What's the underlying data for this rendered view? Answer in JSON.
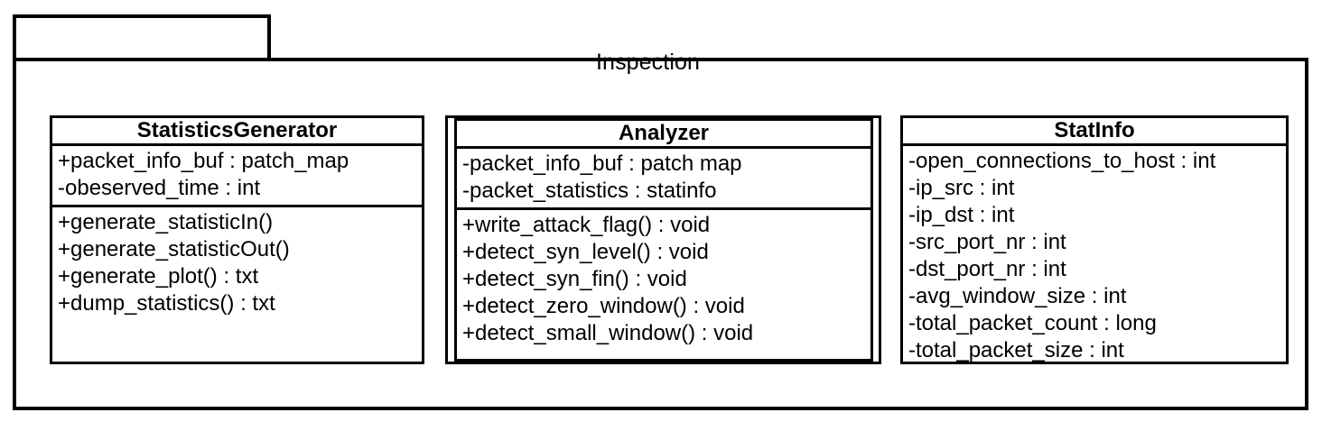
{
  "diagram": {
    "kind": "uml-class-diagram",
    "package": {
      "name": "Inspection",
      "tab_label": ""
    },
    "classes": [
      {
        "id": "statistics-generator",
        "name": "StatisticsGenerator",
        "attributes": [
          "+packet_info_buf : patch_map",
          "-obeserved_time : int"
        ],
        "methods": [
          "+generate_statisticIn()",
          "+generate_statisticOut()",
          "+generate_plot() : txt",
          "+dump_statistics() : txt"
        ]
      },
      {
        "id": "analyzer",
        "name": "Analyzer",
        "attributes": [
          "-packet_info_buf : patch map",
          "-packet_statistics : statinfo"
        ],
        "methods": [
          "+write_attack_flag() : void",
          "+detect_syn_level() : void",
          "+detect_syn_fin() : void",
          "+detect_zero_window() : void",
          "+detect_small_window() : void"
        ]
      },
      {
        "id": "stat-info",
        "name": "StatInfo",
        "attributes": [
          "-open_connections_to_host : int",
          "-ip_src : int",
          "-ip_dst : int",
          "-src_port_nr : int",
          "-dst_port_nr : int",
          "-avg_window_size : int",
          "-total_packet_count : long",
          "-total_packet_size : int"
        ],
        "methods": []
      }
    ],
    "colors": {
      "background": "#ffffff",
      "stroke": "#000000",
      "text": "#000000"
    }
  }
}
